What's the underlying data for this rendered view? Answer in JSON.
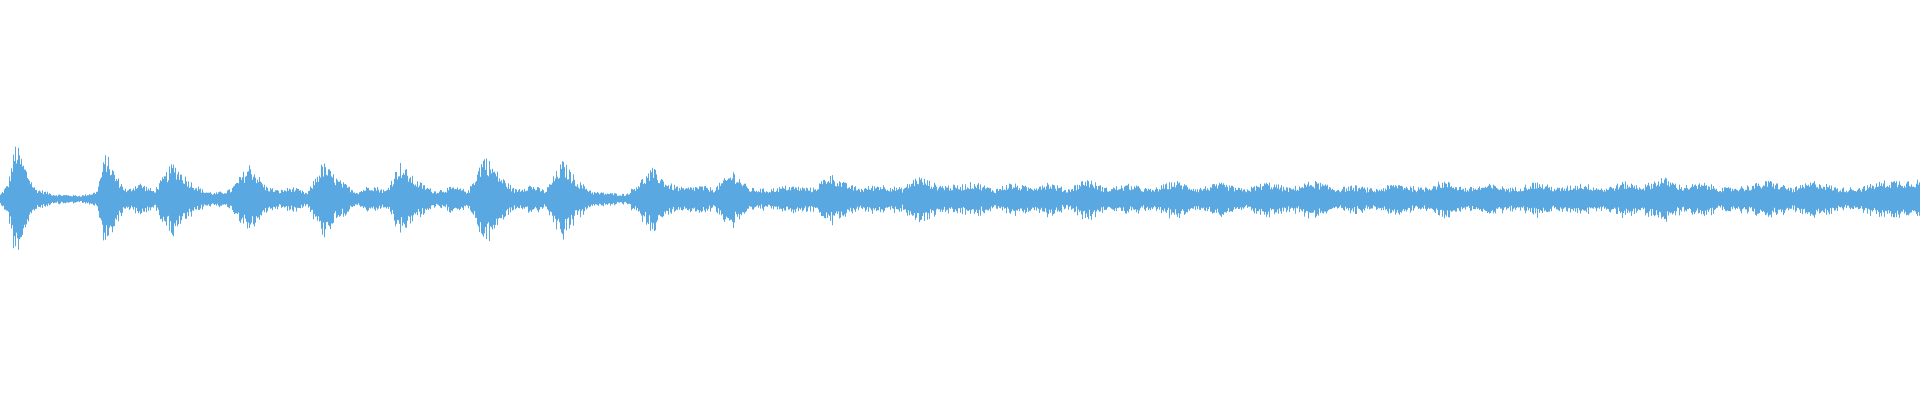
{
  "waveform": {
    "color": "#5aa8e2",
    "background": "#ffffff",
    "amplitude_scale": 0.16,
    "envelope": [
      [
        0.0,
        0.08
      ],
      [
        0.004,
        0.26
      ],
      [
        0.008,
        0.92
      ],
      [
        0.012,
        0.6
      ],
      [
        0.018,
        0.18
      ],
      [
        0.028,
        0.08
      ],
      [
        0.042,
        0.06
      ],
      [
        0.05,
        0.12
      ],
      [
        0.055,
        0.76
      ],
      [
        0.06,
        0.4
      ],
      [
        0.066,
        0.14
      ],
      [
        0.072,
        0.28
      ],
      [
        0.08,
        0.14
      ],
      [
        0.09,
        0.6
      ],
      [
        0.098,
        0.32
      ],
      [
        0.106,
        0.14
      ],
      [
        0.112,
        0.1
      ],
      [
        0.12,
        0.16
      ],
      [
        0.13,
        0.58
      ],
      [
        0.138,
        0.22
      ],
      [
        0.145,
        0.14
      ],
      [
        0.152,
        0.2
      ],
      [
        0.16,
        0.1
      ],
      [
        0.168,
        0.6
      ],
      [
        0.176,
        0.32
      ],
      [
        0.186,
        0.12
      ],
      [
        0.193,
        0.24
      ],
      [
        0.201,
        0.14
      ],
      [
        0.208,
        0.6
      ],
      [
        0.216,
        0.32
      ],
      [
        0.226,
        0.14
      ],
      [
        0.236,
        0.2
      ],
      [
        0.244,
        0.14
      ],
      [
        0.252,
        0.74
      ],
      [
        0.26,
        0.4
      ],
      [
        0.268,
        0.16
      ],
      [
        0.276,
        0.24
      ],
      [
        0.284,
        0.14
      ],
      [
        0.293,
        0.62
      ],
      [
        0.301,
        0.3
      ],
      [
        0.309,
        0.12
      ],
      [
        0.318,
        0.1
      ],
      [
        0.326,
        0.08
      ],
      [
        0.34,
        0.5
      ],
      [
        0.348,
        0.26
      ],
      [
        0.356,
        0.18
      ],
      [
        0.364,
        0.22
      ],
      [
        0.372,
        0.18
      ],
      [
        0.382,
        0.46
      ],
      [
        0.39,
        0.18
      ],
      [
        0.4,
        0.16
      ],
      [
        0.41,
        0.22
      ],
      [
        0.424,
        0.18
      ],
      [
        0.432,
        0.42
      ],
      [
        0.44,
        0.26
      ],
      [
        0.448,
        0.18
      ],
      [
        0.458,
        0.24
      ],
      [
        0.47,
        0.18
      ],
      [
        0.478,
        0.38
      ],
      [
        0.488,
        0.24
      ],
      [
        0.498,
        0.22
      ],
      [
        0.508,
        0.28
      ],
      [
        0.518,
        0.16
      ],
      [
        0.526,
        0.26
      ],
      [
        0.536,
        0.2
      ],
      [
        0.546,
        0.28
      ],
      [
        0.556,
        0.16
      ],
      [
        0.566,
        0.34
      ],
      [
        0.576,
        0.18
      ],
      [
        0.588,
        0.24
      ],
      [
        0.6,
        0.16
      ],
      [
        0.612,
        0.3
      ],
      [
        0.624,
        0.18
      ],
      [
        0.636,
        0.26
      ],
      [
        0.648,
        0.16
      ],
      [
        0.66,
        0.28
      ],
      [
        0.672,
        0.18
      ],
      [
        0.684,
        0.3
      ],
      [
        0.696,
        0.18
      ],
      [
        0.706,
        0.22
      ],
      [
        0.716,
        0.16
      ],
      [
        0.728,
        0.26
      ],
      [
        0.74,
        0.18
      ],
      [
        0.752,
        0.3
      ],
      [
        0.764,
        0.18
      ],
      [
        0.776,
        0.24
      ],
      [
        0.788,
        0.18
      ],
      [
        0.8,
        0.28
      ],
      [
        0.812,
        0.18
      ],
      [
        0.824,
        0.26
      ],
      [
        0.836,
        0.18
      ],
      [
        0.846,
        0.28
      ],
      [
        0.856,
        0.22
      ],
      [
        0.866,
        0.36
      ],
      [
        0.876,
        0.22
      ],
      [
        0.888,
        0.26
      ],
      [
        0.898,
        0.18
      ],
      [
        0.91,
        0.22
      ],
      [
        0.922,
        0.3
      ],
      [
        0.934,
        0.18
      ],
      [
        0.946,
        0.3
      ],
      [
        0.958,
        0.18
      ],
      [
        0.97,
        0.2
      ],
      [
        0.982,
        0.3
      ],
      [
        1.0,
        0.32
      ]
    ]
  }
}
